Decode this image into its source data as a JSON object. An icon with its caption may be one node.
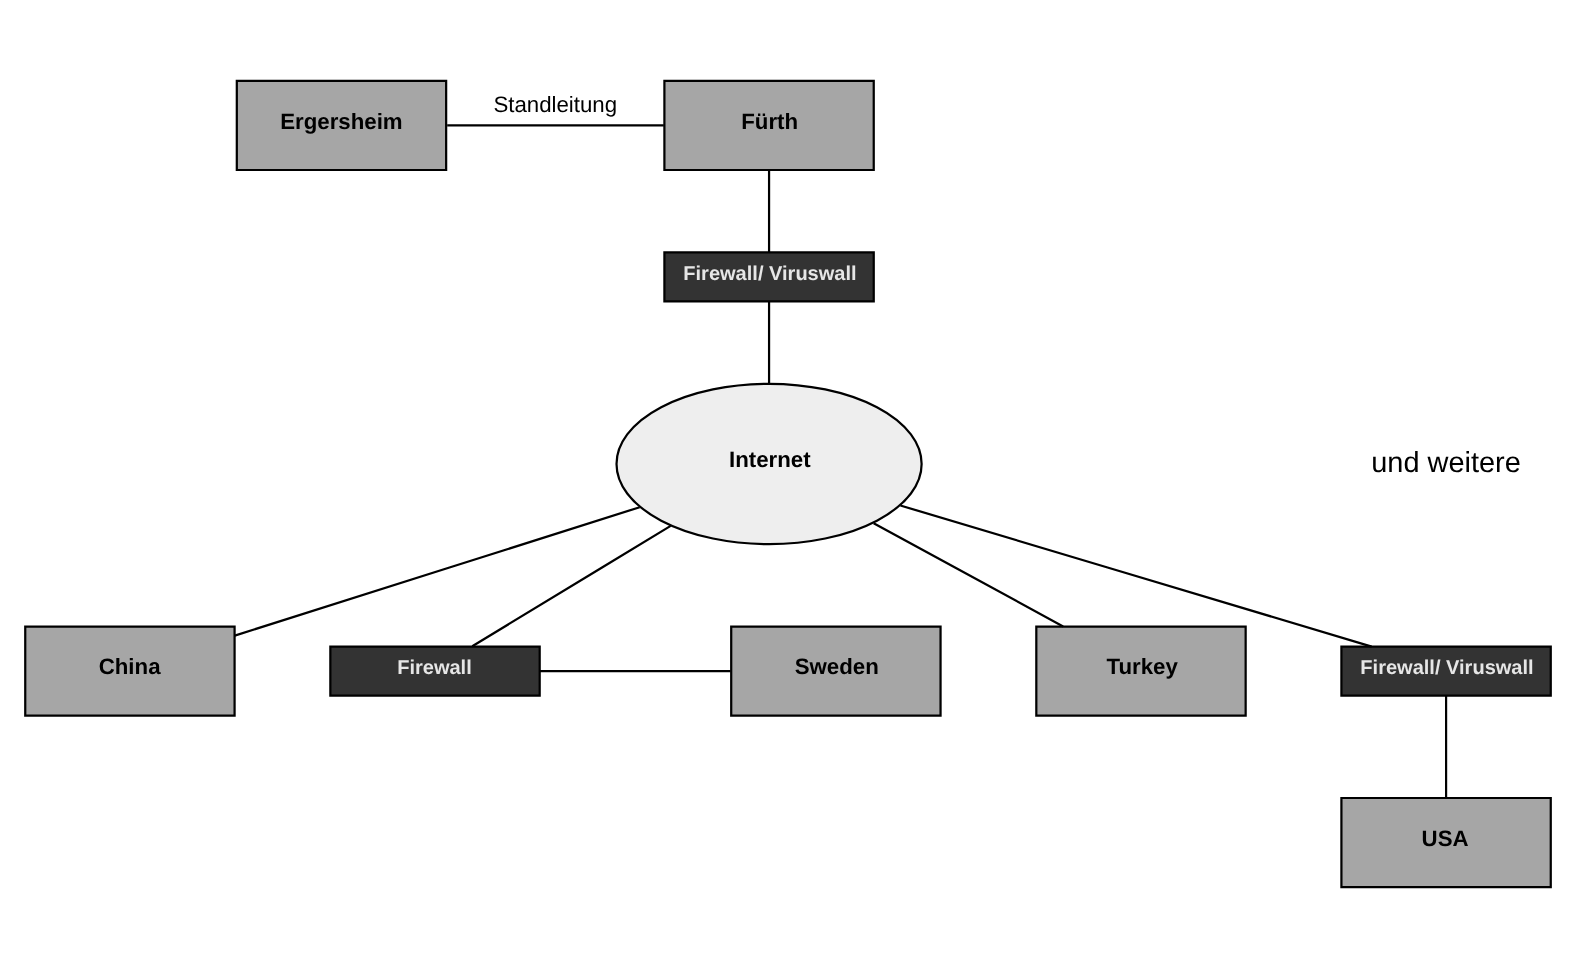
{
  "diagram": {
    "nodes": [
      {
        "text": [
          "Ergersheim"
        ]
      },
      {
        "text": [
          "Fürth"
        ]
      },
      {
        "text": [
          "Firewall/ Viruswall"
        ]
      },
      {
        "text": [
          "Internet"
        ]
      },
      {
        "text": [
          "Firewall"
        ]
      },
      {
        "text": [
          "Sweden"
        ]
      },
      {
        "text": [
          "Firewall/ Viruswall"
        ]
      },
      {
        "text": [
          "USA"
        ]
      },
      {
        "text": [
          "Turkey"
        ]
      },
      {
        "text": [
          "China"
        ]
      }
    ],
    "edges": [
      {
        "from": 0,
        "to": 1,
        "arrow": "none",
        "label": "Standleitung"
      },
      {
        "from": 1,
        "to": 2,
        "arrow": "none"
      },
      {
        "from": 2,
        "to": 3,
        "arrow": "none"
      },
      {
        "from": 3,
        "to": 4,
        "arrow": "none"
      },
      {
        "from": 4,
        "to": 5,
        "arrow": "none"
      },
      {
        "from": 3,
        "to": 6,
        "arrow": "none"
      },
      {
        "from": 6,
        "to": 7,
        "arrow": "none"
      },
      {
        "from": 3,
        "to": 8,
        "arrow": "none"
      },
      {
        "from": 3,
        "to": 9,
        "arrow": "none"
      }
    ],
    "labels": [
      "und weitere"
    ]
  }
}
